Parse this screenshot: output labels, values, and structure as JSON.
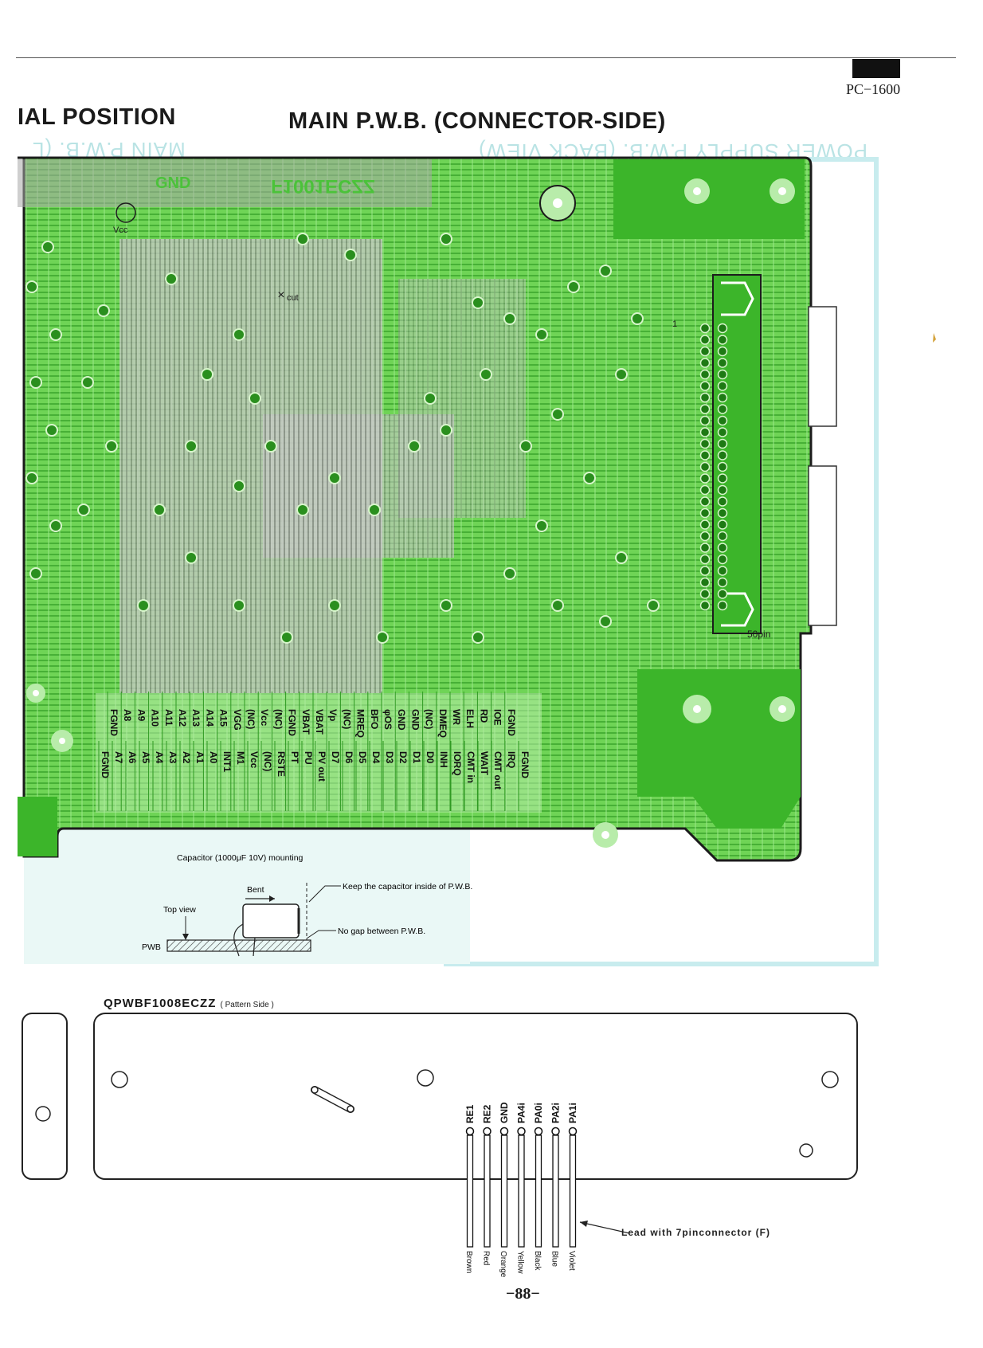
{
  "header": {
    "model": "PC−1600",
    "left_heading": "IAL POSITION",
    "main_heading": "MAIN P.W.B. (CONNECTOR-SIDE)",
    "ghost_left": "MAIN P.W.B. (L",
    "ghost_right": "POWER SUPPLY P.W.B. (BACK VIEW)"
  },
  "board_labels": {
    "gnd": "GND",
    "vcc": "Vcc",
    "part_no": "F1001ECZZ",
    "cut": "cut",
    "pin1": "1",
    "pin50": "50pin"
  },
  "connector_pins_top": [
    "FGND",
    "A8",
    "A9",
    "A10",
    "A11",
    "A12",
    "A13",
    "A14",
    "A15",
    "VGG",
    "(NC)",
    "Vcc",
    "(NC)",
    "FGND",
    "VBAT",
    "VBAT",
    "Vp",
    "(NC)",
    "MREQ",
    "BFO",
    "φOS",
    "GND",
    "GND",
    "(NC)",
    "DMEQ",
    "WR",
    "ELH",
    "RD",
    "IOE",
    "FGND"
  ],
  "connector_pins_bottom": [
    "FGND",
    "A7",
    "A6",
    "A5",
    "A4",
    "A3",
    "A2",
    "A1",
    "A0",
    "INT1",
    "M1",
    "Vcc",
    "(NC)",
    "RSTE",
    "PT",
    "PU",
    "PV out",
    "D7",
    "D6",
    "D5",
    "D4",
    "D3",
    "D2",
    "D1",
    "D0",
    "INH",
    "IORQ",
    "CMT in",
    "WAIT",
    "CMT out",
    "IRQ",
    "FGND"
  ],
  "mounting_note": {
    "title": "Capacitor (1000μF 10V) mounting",
    "bent": "Bent",
    "top_view": "Top view",
    "pwb": "PWB",
    "keep_inside": "Keep the capacitor inside of P.W.B.",
    "no_gap": "No gap between P.W.B."
  },
  "pattern": {
    "title": "QPWBF1008ECZZ",
    "subtitle": "( Pattern Side )",
    "pads": [
      "RE1",
      "RE2",
      "GND",
      "PA4i",
      "PA0i",
      "PA2i",
      "PA1i"
    ],
    "wires": [
      "Brown",
      "Red",
      "Orange",
      "Yellow",
      "Black",
      "Blue",
      "Violet"
    ],
    "lead_label": "Lead with 7pinconnector (F)"
  },
  "page_number": "−88−",
  "colors": {
    "pcb_green": "#52c93a",
    "trace_light": "#b8ecaa",
    "ghost_cyan": "#bfe6e8",
    "gray_layer": "#a8a8a8"
  }
}
